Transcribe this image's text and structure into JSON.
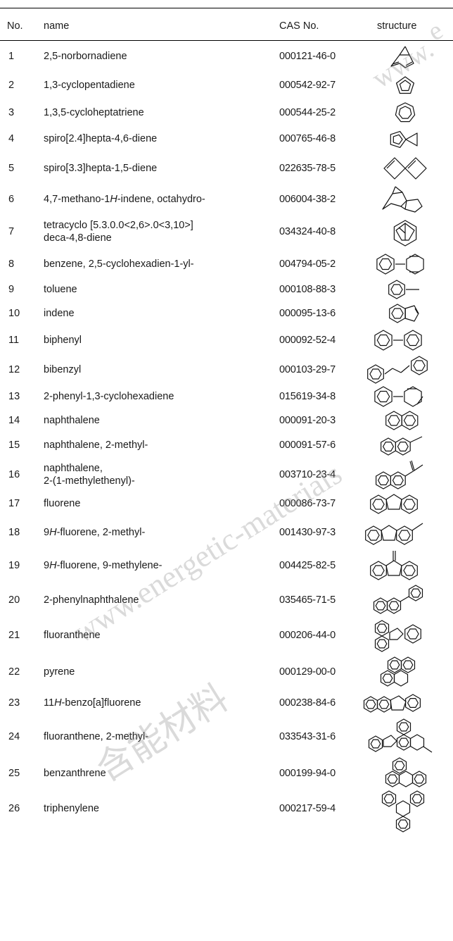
{
  "header": {
    "no": "No.",
    "name": "name",
    "cas": "CAS No.",
    "structure": "structure"
  },
  "rows": [
    {
      "no": "1",
      "name": "2,5-norbornadiene",
      "cas": "000121-46-0",
      "icon": "norbornadiene-structure-icon"
    },
    {
      "no": "2",
      "name": "1,3-cyclopentadiene",
      "cas": "000542-92-7",
      "icon": "cyclopentadiene-structure-icon"
    },
    {
      "no": "3",
      "name": "1,3,5-cycloheptatriene",
      "cas": "000544-25-2",
      "icon": "cycloheptatriene-structure-icon"
    },
    {
      "no": "4",
      "name": "spiro[2.4]hepta-4,6-diene",
      "cas": "000765-46-8",
      "icon": "spiro-hepta-4-6-diene-structure-icon"
    },
    {
      "no": "5",
      "name": "spiro[3.3]hepta-1,5-diene",
      "cas": "022635-78-5",
      "icon": "spiro-hepta-1-5-diene-structure-icon"
    },
    {
      "no": "6",
      "name_parts": [
        "4,7-methano-1",
        "H",
        "-indene, octahydro-"
      ],
      "cas": "006004-38-2",
      "icon": "methano-indene-structure-icon"
    },
    {
      "no": "7",
      "name_line1": "tetracyclo [5.3.0.0<2,6>.0<3,10>]",
      "name_line2": "deca-4,8-diene",
      "cas": "034324-40-8",
      "icon": "tetracyclo-decadiene-structure-icon"
    },
    {
      "no": "8",
      "name": "benzene, 2,5-cyclohexadien-1-yl-",
      "cas": "004794-05-2",
      "icon": "phenyl-cyclohexadiene-structure-icon"
    },
    {
      "no": "9",
      "name": "toluene",
      "cas": "000108-88-3",
      "icon": "toluene-structure-icon"
    },
    {
      "no": "10",
      "name": "indene",
      "cas": "000095-13-6",
      "icon": "indene-structure-icon"
    },
    {
      "no": "11",
      "name": "biphenyl",
      "cas": "000092-52-4",
      "icon": "biphenyl-structure-icon"
    },
    {
      "no": "12",
      "name": "bibenzyl",
      "cas": "000103-29-7",
      "icon": "bibenzyl-structure-icon"
    },
    {
      "no": "13",
      "name": "2-phenyl-1,3-cyclohexadiene",
      "cas": "015619-34-8",
      "icon": "phenyl-cyclohexadiene-2-structure-icon"
    },
    {
      "no": "14",
      "name": "naphthalene",
      "cas": "000091-20-3",
      "icon": "naphthalene-structure-icon"
    },
    {
      "no": "15",
      "name": "naphthalene, 2-methyl-",
      "cas": "000091-57-6",
      "icon": "methylnaphthalene-structure-icon"
    },
    {
      "no": "16",
      "name_line1": "naphthalene,",
      "name_line2": "2-(1-methylethenyl)-",
      "cas": "003710-23-4",
      "icon": "isopropenylnaphthalene-structure-icon"
    },
    {
      "no": "17",
      "name": "fluorene",
      "cas": "000086-73-7",
      "icon": "fluorene-structure-icon"
    },
    {
      "no": "18",
      "name_parts": [
        "9",
        "H",
        "-fluorene, 2-methyl-"
      ],
      "cas": "001430-97-3",
      "icon": "methylfluorene-structure-icon"
    },
    {
      "no": "19",
      "name_parts": [
        "9",
        "H",
        "-fluorene, 9-methylene-"
      ],
      "cas": "004425-82-5",
      "icon": "methylenefluorene-structure-icon"
    },
    {
      "no": "20",
      "name": "2-phenylnaphthalene",
      "cas": "035465-71-5",
      "icon": "phenylnaphthalene-structure-icon"
    },
    {
      "no": "21",
      "name": "fluoranthene",
      "cas": "000206-44-0",
      "icon": "fluoranthene-structure-icon"
    },
    {
      "no": "22",
      "name": "pyrene",
      "cas": "000129-00-0",
      "icon": "pyrene-structure-icon"
    },
    {
      "no": "23",
      "name_parts": [
        "11",
        "H",
        "-benzo[a]fluorene"
      ],
      "cas": "000238-84-6",
      "icon": "benzofluorene-structure-icon"
    },
    {
      "no": "24",
      "name": "fluoranthene, 2-methyl-",
      "cas": "033543-31-6",
      "icon": "methylfluoranthene-structure-icon"
    },
    {
      "no": "25",
      "name": "benzanthrene",
      "cas": "000199-94-0",
      "icon": "benzanthrene-structure-icon"
    },
    {
      "no": "26",
      "name": "triphenylene",
      "cas": "000217-59-4",
      "icon": "triphenylene-structure-icon"
    }
  ],
  "watermarks": {
    "latin": "www.energetic-materials",
    "latin_top": "www.",
    "latin_corner": "e",
    "chinese": "含能材料"
  }
}
